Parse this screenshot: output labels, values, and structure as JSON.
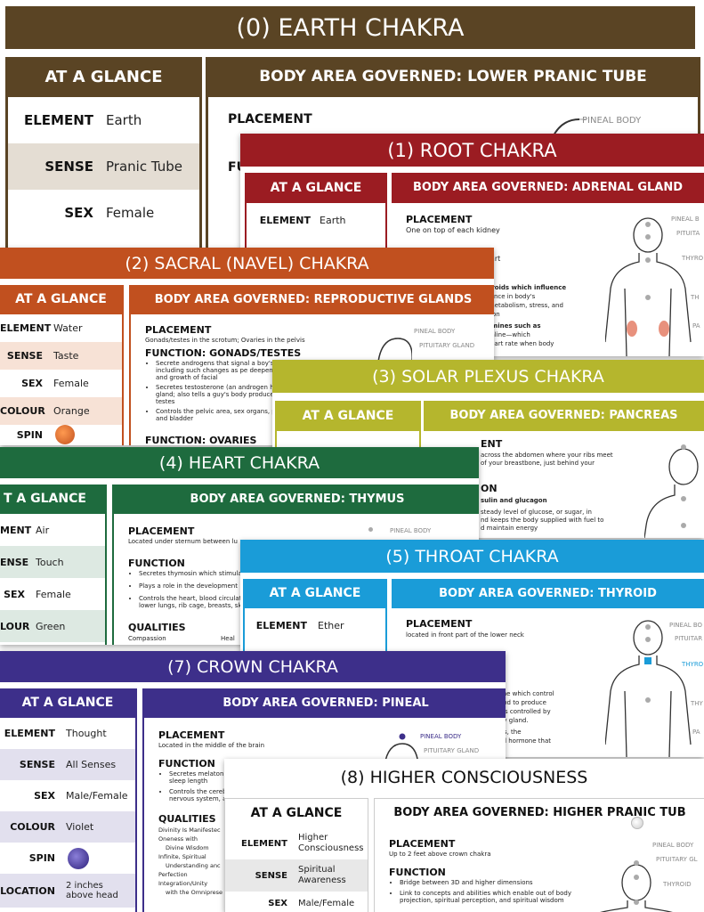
{
  "earth": {
    "title": "(0) EARTH CHAKRA",
    "glance": "AT A GLANCE",
    "body_area": "BODY AREA GOVERNED: LOWER PRANIC TUBE",
    "rows": [
      {
        "k": "ELEMENT",
        "v": "Earth"
      },
      {
        "k": "SENSE",
        "v": "Pranic Tube"
      },
      {
        "k": "SEX",
        "v": "Female"
      }
    ],
    "placement": "PLACEMENT",
    "function": "FU",
    "labels": [
      "PINEAL BODY"
    ],
    "color": "#5a4424"
  },
  "root": {
    "title": "(1) ROOT CHAKRA",
    "glance": "AT A GLANCE",
    "body_area": "BODY AREA GOVERNED: ADRENAL GLAND",
    "rows": [
      {
        "k": "ELEMENT",
        "v": "Earth"
      }
    ],
    "placement": "PLACEMENT",
    "placement_text": "One on top of each kidney",
    "text_lines": [
      "r part",
      "steroids which influence",
      "balance in body's",
      "n, metabolism, stress, and",
      "nction",
      "olamines such as",
      "renaline—which",
      "d heart rate when body"
    ],
    "labels": [
      "PINEAL B",
      "PITUITA",
      "THYRO",
      "TH",
      "PA"
    ],
    "color": "#9b1c22"
  },
  "sacral": {
    "title": "(2) SACRAL (NAVEL) CHAKRA",
    "glance": "AT A GLANCE",
    "body_area": "BODY AREA GOVERNED: REPRODUCTIVE GLANDS",
    "rows": [
      {
        "k": "ELEMENT",
        "v": "Water"
      },
      {
        "k": "SENSE",
        "v": "Taste"
      },
      {
        "k": "SEX",
        "v": "Female"
      },
      {
        "k": "COLOUR",
        "v": "Orange"
      },
      {
        "k": "SPIN",
        "v": ""
      }
    ],
    "placement": "PLACEMENT",
    "placement_text": "Gonads/testes in the scrotum; Ovaries in the pelvis",
    "func1": "FUNCTION: GONADS/TESTES",
    "bullets": [
      "Secrete androgens that signal a boy's puberty including such changes as pe deepening voice, and growth of facial",
      "Secretes testosterone (an androgen ho pituitary gland; also tells a guy's body produce sperm in the testes",
      "Controls the pelvic area, sex organs, p kidneys, and bladder"
    ],
    "func2": "FUNCTION: OVARIES",
    "labels": [
      "PINEAL BODY",
      "PITUITARY GLAND"
    ],
    "color": "#c1501f"
  },
  "solar": {
    "title": "(3) SOLAR PLEXUS CHAKRA",
    "glance": "AT A GLANCE",
    "body_area": "BODY AREA GOVERNED: PANCREAS",
    "text_lines": [
      "ENT",
      "across the abdomen where your ribs meet",
      "of your breastbone, just behind your",
      "ON",
      "sulin and glucagon",
      "steady level of glucose, or sugar, in",
      "nd keeps the body supplied with fuel to",
      "d maintain energy"
    ],
    "color": "#b5b62d"
  },
  "heart": {
    "title": "(4) HEART CHAKRA",
    "glance": "T A GLANCE",
    "body_area": "BODY AREA GOVERNED: THYMUS",
    "rows": [
      {
        "k": "MENT",
        "v": "Air"
      },
      {
        "k": "ENSE",
        "v": "Touch"
      },
      {
        "k": "SEX",
        "v": "Female"
      },
      {
        "k": "LOUR",
        "v": "Green"
      }
    ],
    "placement": "PLACEMENT",
    "placement_text": "Located under sternum between lu",
    "function": "FUNCTION",
    "bullets": [
      "Secretes thymosin which stimula",
      "Plays a role in the development",
      "Controls the heart, blood circulat lower lungs, rib cage, breasts, ski"
    ],
    "qualities": "QUALITIES",
    "qual_left": "Compassion",
    "qual_right": "Heal",
    "labels": [
      "PINEAL BODY"
    ],
    "color": "#1e6b3e"
  },
  "throat": {
    "title": "(5) THROAT CHAKRA",
    "glance": "AT A GLANCE",
    "body_area": "BODY AREA GOVERNED: THYROID",
    "rows": [
      {
        "k": "ELEMENT",
        "v": "Ether"
      }
    ],
    "placement": "PLACEMENT",
    "placement_text": "located in front part of the lower neck",
    "text_lines": [
      "thyronine which control",
      "from food to produce",
      "elease is controlled by",
      "pituitary gland.",
      "y glands, the",
      "athyroid hormone that",
      "od"
    ],
    "labels": [
      "PINEAL BO",
      "PITUITAR",
      "THYRO",
      "THY",
      "PA"
    ],
    "color": "#1a9cd8"
  },
  "crown": {
    "title": "(7) CROWN CHAKRA",
    "glance": "AT A GLANCE",
    "body_area": "BODY AREA GOVERNED: PINEAL",
    "rows": [
      {
        "k": "ELEMENT",
        "v": "Thought"
      },
      {
        "k": "SENSE",
        "v": "All Senses"
      },
      {
        "k": "SEX",
        "v": "Male/Female"
      },
      {
        "k": "COLOUR",
        "v": "Violet"
      },
      {
        "k": "SPIN",
        "v": ""
      },
      {
        "k": "LOCATION",
        "v": "2 inches above head"
      }
    ],
    "placement": "PLACEMENT",
    "placement_text": "Located in the middle of the brain",
    "function": "FUNCTION",
    "bullets": [
      "Secretes melatoni sleep length",
      "Controls the cereb nervous system, a"
    ],
    "qualities": "QUALITIES",
    "qual_lines": [
      "Divinity Is Manifestec",
      "Oneness with",
      "Divine Wisdom",
      "Infinite, Spiritual",
      "Understanding anc",
      "Perfection",
      "Integration/Unity",
      "with the Omniprese"
    ],
    "labels": [
      "PINEAL BODY",
      "PITUITARY GLAND"
    ],
    "color": "#3d2f8a"
  },
  "higher": {
    "title": "(8) HIGHER CONSCIOUSNESS",
    "glance": "AT A GLANCE",
    "body_area": "BODY AREA GOVERNED: HIGHER PRANIC TUB",
    "rows": [
      {
        "k": "ELEMENT",
        "v": "Higher Consciousness"
      },
      {
        "k": "SENSE",
        "v": "Spiritual Awareness"
      },
      {
        "k": "SEX",
        "v": "Male/Female"
      }
    ],
    "placement": "PLACEMENT",
    "placement_text": "Up to 2 feet above crown chakra",
    "function": "FUNCTION",
    "bullets": [
      "Bridge between 3D and higher dimensions",
      "Link to concepts and abilities which enable out of body projection, spiritual perception, and spiritual wisdom"
    ],
    "labels": [
      "PINEAL BODY",
      "PITUITARY GL",
      "THYROID"
    ],
    "color": "#ffffff"
  }
}
